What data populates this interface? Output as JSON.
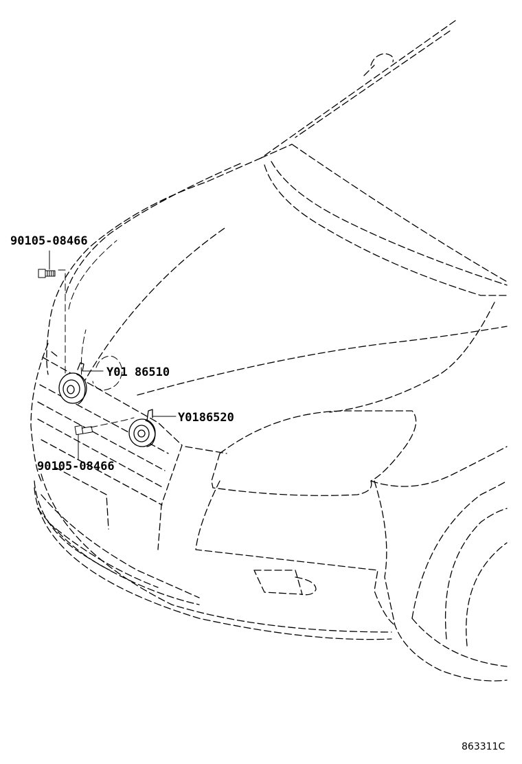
{
  "parts": [
    {
      "number": "90105-08466",
      "description": "upper bolt"
    },
    {
      "number": "Y0186510",
      "display": "Y01 86510",
      "description": "horn (left)"
    },
    {
      "number": "Y0186520",
      "display": "Y0186520",
      "description": "horn (right)"
    },
    {
      "number": "90105-08466",
      "description": "lower bolt"
    }
  ],
  "labels": {
    "bolt_upper": "90105-08466",
    "horn_1": "Y01 86510",
    "horn_2": "Y0186520",
    "bolt_lower": "90105-08466",
    "drawing_code": "863311C"
  }
}
